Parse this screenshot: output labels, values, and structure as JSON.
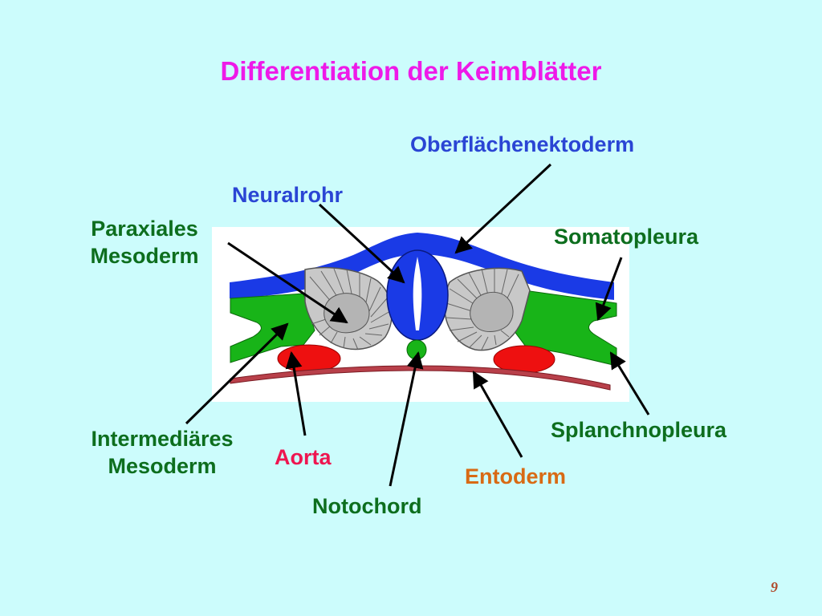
{
  "title": "Differentiation der Keimblätter",
  "labels": {
    "oberflaechenektoderm": "Oberflächenektoderm",
    "neuralrohr": "Neuralrohr",
    "paraxiales_line1": "Paraxiales",
    "paraxiales_line2": "Mesoderm",
    "somatopleura": "Somatopleura",
    "intermediaeres_line1": "Intermediäres",
    "intermediaeres_line2": "Mesoderm",
    "aorta": "Aorta",
    "notochord": "Notochord",
    "splanchnopleura": "Splanchnopleura",
    "entoderm": "Entoderm"
  },
  "page_number": "9",
  "colors": {
    "background": "#ccfcfc",
    "title": "#ee1ae8",
    "ectoderm": "#1a3ae6",
    "mesoderm": "#18b418",
    "somite": "#c8c8c8",
    "aorta": "#ee1010",
    "entoderm": "#b8404a",
    "label_blue": "#2a45d4",
    "label_green": "#0d6e1e",
    "label_red": "#ee1650",
    "label_orange": "#d86a14"
  }
}
